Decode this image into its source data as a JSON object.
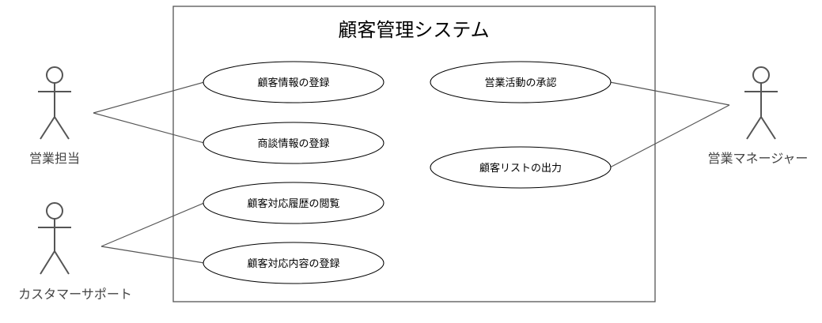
{
  "system": {
    "title": "顧客管理システム"
  },
  "use_cases": {
    "register_customer_info": "顧客情報の登録",
    "register_negotiation_info": "商談情報の登録",
    "view_support_history": "顧客対応履歴の閲覧",
    "register_support_content": "顧客対応内容の登録",
    "approve_sales_activity": "営業活動の承認",
    "output_customer_list": "顧客リストの出力"
  },
  "actors": {
    "sales_rep": "営業担当",
    "customer_support": "カスタマーサポート",
    "sales_manager": "営業マネージャー"
  }
}
